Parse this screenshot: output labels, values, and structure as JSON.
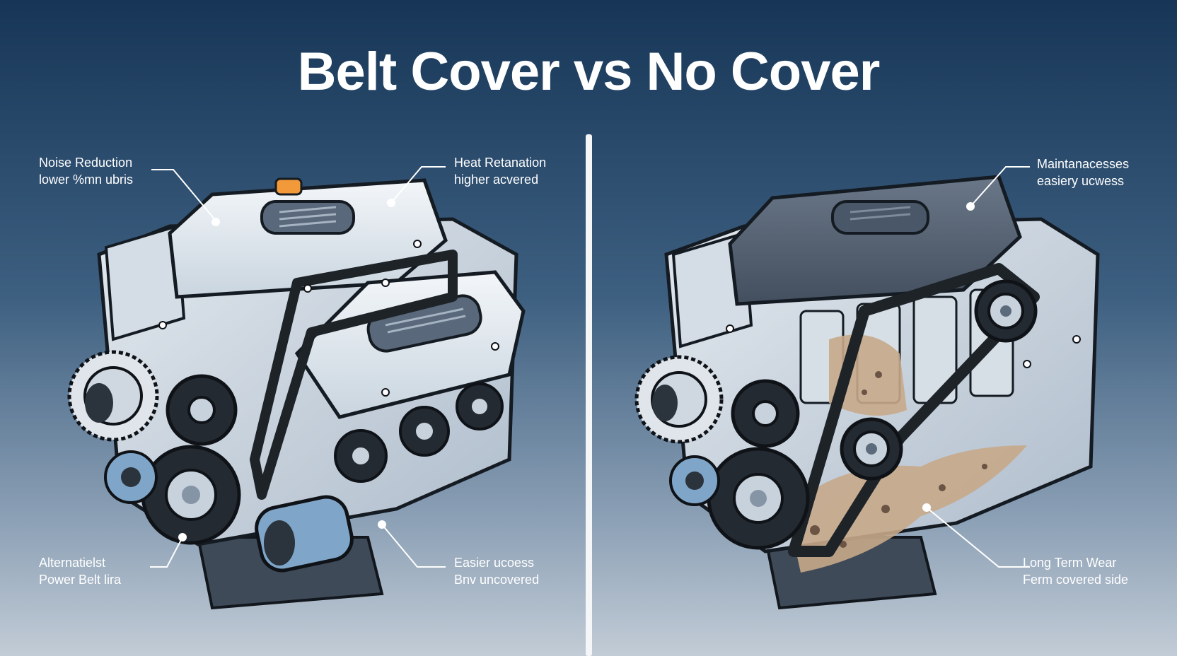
{
  "title": "Belt Cover vs No Cover",
  "colors": {
    "background_top": "#173657",
    "background_bottom": "#c2ccd6",
    "cover_light": "#e8eef3",
    "cover_dark": "#4c5a6b",
    "belt": "#1e2328",
    "dirt": "#c7a88a",
    "accent_blue": "#7fa6c9",
    "oil_cap": "#f29a3a"
  },
  "left_panel": {
    "callouts": {
      "top_left": {
        "line1": "Noise Reduction",
        "line2": "lower %mn ubris"
      },
      "top_right": {
        "line1": "Heat Retanation",
        "line2": "higher acvered"
      },
      "bottom_left": {
        "line1": "Alternatielst",
        "line2": "Power Belt lira"
      },
      "bottom_right": {
        "line1": "Easier ucoess",
        "line2": "Bnv uncovered"
      }
    }
  },
  "right_panel": {
    "callouts": {
      "top_right": {
        "line1": "Maintanacesses",
        "line2": "easiery ucwess"
      },
      "bottom_right": {
        "line1": "Long Term Wear",
        "line2": "Ferm covered side"
      }
    }
  }
}
